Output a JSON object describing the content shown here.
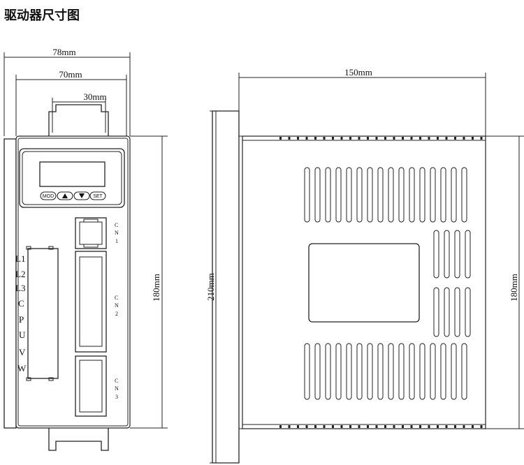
{
  "title": "驱动器尺寸图",
  "front_view": {
    "width_outer": "78mm",
    "width_inner": "70mm",
    "mount_width": "30mm",
    "height": "180mm",
    "buttons": [
      "MOD",
      "▲",
      "▼",
      "SET"
    ],
    "terminals": [
      "L1",
      "L2",
      "L3",
      "C",
      "P",
      "U",
      "V",
      "W"
    ],
    "connectors": [
      {
        "c": "C",
        "n": "N",
        "num": "1"
      },
      {
        "c": "C",
        "n": "N",
        "num": "2"
      },
      {
        "c": "C",
        "n": "N",
        "num": "3"
      }
    ]
  },
  "side_view": {
    "depth": "150mm",
    "height_total": "210mm",
    "height_body": "180mm"
  }
}
